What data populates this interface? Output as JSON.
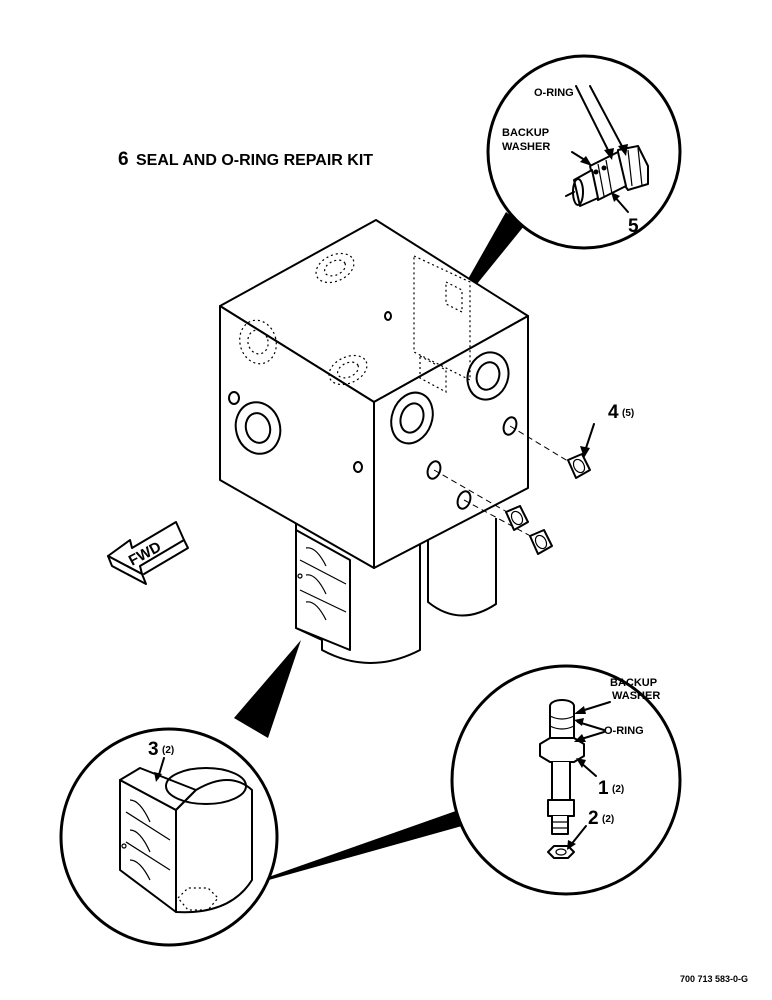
{
  "title": {
    "kit_number": "6",
    "kit_label": "SEAL AND O-RING REPAIR KIT"
  },
  "direction_label": "FWD",
  "callouts": {
    "detail_top": {
      "o_ring": "O-RING",
      "backup_washer_line1": "BACKUP",
      "backup_washer_line2": "WASHER",
      "item": "5"
    },
    "plug": {
      "item": "4",
      "qty": "(5)"
    },
    "detail_left": {
      "item": "3",
      "qty": "(2)"
    },
    "detail_right": {
      "backup_washer_line1": "BACKUP",
      "backup_washer_line2": "WASHER",
      "o_ring": "O-RING",
      "item1": "1",
      "item1_qty": "(2)",
      "item2": "2",
      "item2_qty": "(2)"
    }
  },
  "drawing_code": "700 713 583-0-G"
}
